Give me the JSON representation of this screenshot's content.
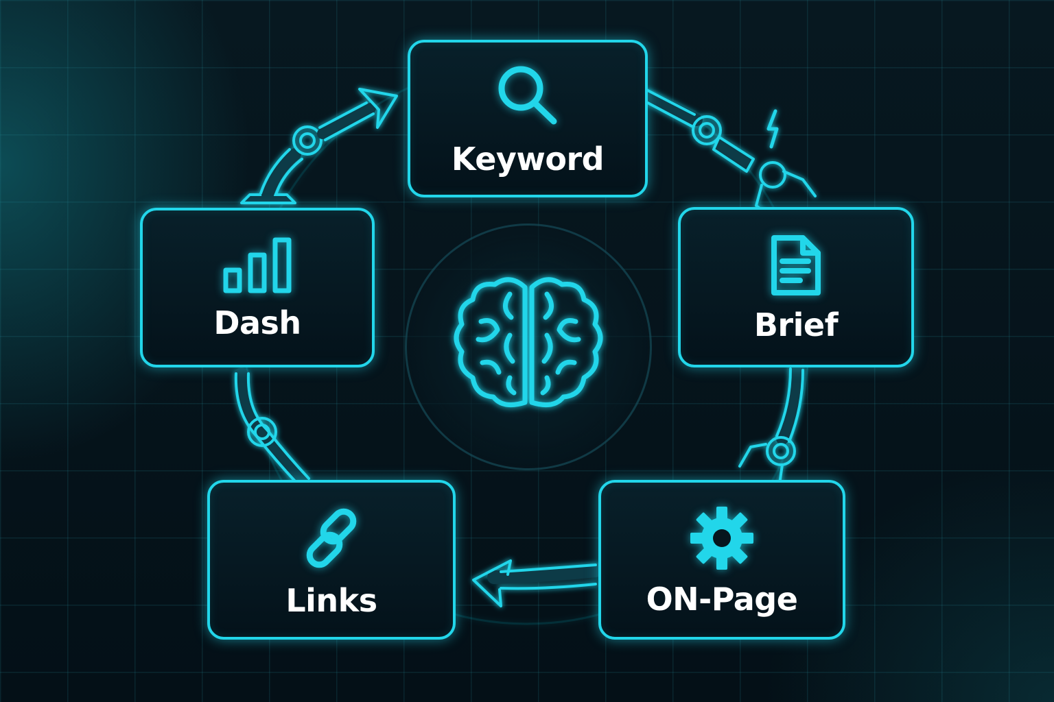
{
  "diagram": {
    "center": {
      "icon": "brain-icon"
    },
    "steps": [
      {
        "id": "keyword",
        "label": "Keyword",
        "icon": "magnifier-icon"
      },
      {
        "id": "brief",
        "label": "Brief",
        "icon": "document-icon"
      },
      {
        "id": "onpage",
        "label": "ON-Page",
        "icon": "gear-icon"
      },
      {
        "id": "links",
        "label": "Links",
        "icon": "link-icon"
      },
      {
        "id": "dash",
        "label": "Dash",
        "icon": "bar-chart-icon"
      }
    ],
    "accent_color": "#22d6ea",
    "background_color": "#06141b"
  }
}
